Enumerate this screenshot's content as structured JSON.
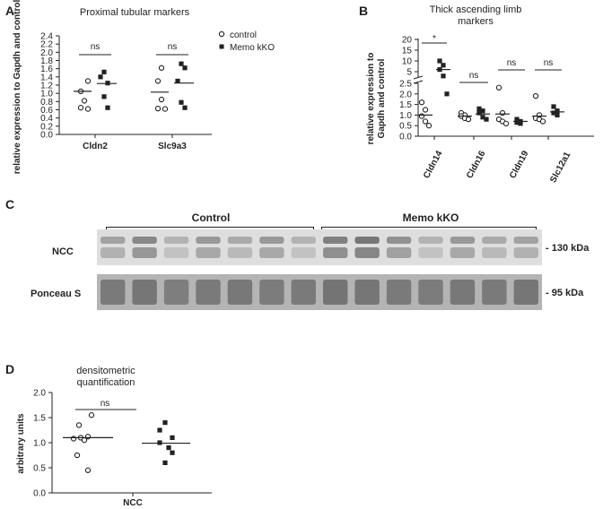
{
  "panels": {
    "a": "A",
    "b": "B",
    "c": "C",
    "d": "D"
  },
  "chart_data": [
    {
      "type": "scatter",
      "panel": "A",
      "title": "Proximal tubular markers",
      "ylabel": "relative expression to Gapdh and control",
      "ylim": [
        0.0,
        2.4
      ],
      "yticks": [
        "0.0",
        "0.2",
        "0.4",
        "0.6",
        "0.8",
        "1.0",
        "1.2",
        "1.4",
        "1.6",
        "1.8",
        "2.0",
        "2.2",
        "2.4"
      ],
      "categories": [
        "Cldn2",
        "Slc9a3"
      ],
      "legend": [
        "control",
        "Memo kKO"
      ],
      "series": [
        {
          "name": "control",
          "marker": "open-circle",
          "values": [
            [
              1.3,
              1.05,
              0.82,
              0.62,
              0.65
            ],
            [
              1.62,
              1.3,
              0.85,
              0.62,
              0.63
            ]
          ],
          "means": [
            1.05,
            1.03
          ]
        },
        {
          "name": "Memo kKO",
          "marker": "filled-square",
          "values": [
            [
              1.52,
              1.4,
              1.25,
              0.92,
              0.65
            ],
            [
              1.72,
              1.62,
              1.3,
              0.78,
              0.65
            ]
          ],
          "means": [
            1.24,
            1.25
          ]
        }
      ],
      "significance": [
        "ns",
        "ns"
      ]
    },
    {
      "type": "scatter",
      "panel": "B",
      "title": "Thick ascending limb markers",
      "ylabel": "relative expression to Gapdh and control",
      "yticks": [
        "0.0",
        "0.5",
        "1.0",
        "1.5",
        "2.0",
        "2.5",
        "5",
        "10",
        "15",
        "20"
      ],
      "categories": [
        "Cldn14",
        "Cldn16",
        "Cldn19",
        "Slc12a1"
      ],
      "series": [
        {
          "name": "control",
          "marker": "open-circle",
          "values": [
            [
              1.6,
              1.25,
              0.95,
              0.7,
              0.5
            ],
            [
              1.1,
              1.0,
              0.95,
              0.85,
              0.8
            ],
            [
              2.3,
              1.1,
              0.8,
              0.7,
              0.6
            ],
            [
              1.9,
              1.0,
              0.85,
              0.8,
              0.7
            ]
          ],
          "means": [
            1.0,
            0.95,
            1.05,
            0.95
          ]
        },
        {
          "name": "Memo kKO",
          "marker": "filled-square",
          "values": [
            [
              10,
              8,
              6,
              3,
              2
            ],
            [
              1.3,
              1.2,
              1.1,
              0.9,
              0.8
            ],
            [
              0.8,
              0.7,
              0.65,
              0.6
            ],
            [
              1.4,
              1.2,
              1.1,
              1.0
            ]
          ],
          "means": [
            6,
            1.05,
            0.7,
            1.15
          ]
        }
      ],
      "significance": [
        "*",
        "ns",
        "ns",
        "ns"
      ]
    },
    {
      "type": "scatter",
      "panel": "D",
      "title": "densitometric quantification",
      "ylabel": "arbitrary units",
      "ylim": [
        0.0,
        2.0
      ],
      "yticks": [
        "0.0",
        "0.5",
        "1.0",
        "1.5",
        "2.0"
      ],
      "xlabel": "NCC",
      "series": [
        {
          "name": "control",
          "marker": "open-circle",
          "values": [
            1.55,
            1.35,
            1.12,
            1.1,
            1.08,
            1.05,
            0.75,
            0.45
          ],
          "mean": 1.1
        },
        {
          "name": "Memo kKO",
          "marker": "filled-square",
          "values": [
            1.4,
            1.25,
            1.1,
            1.0,
            0.9,
            0.8,
            0.6
          ],
          "mean": 0.99
        }
      ],
      "significance": "ns"
    }
  ],
  "blot": {
    "group_labels": [
      "Control",
      "Memo kKO"
    ],
    "row_labels": [
      "NCC",
      "Ponceau S"
    ],
    "kda_labels": [
      "- 130 kDa",
      "- 95 kDa"
    ],
    "lanes": 14,
    "ncc_intensity": [
      0.55,
      0.7,
      0.45,
      0.6,
      0.5,
      0.6,
      0.45,
      0.75,
      0.8,
      0.65,
      0.45,
      0.6,
      0.5,
      0.55
    ],
    "ponceau_intensity": [
      0.7,
      0.72,
      0.68,
      0.7,
      0.71,
      0.69,
      0.7,
      0.73,
      0.72,
      0.7,
      0.69,
      0.71,
      0.7,
      0.72
    ]
  }
}
